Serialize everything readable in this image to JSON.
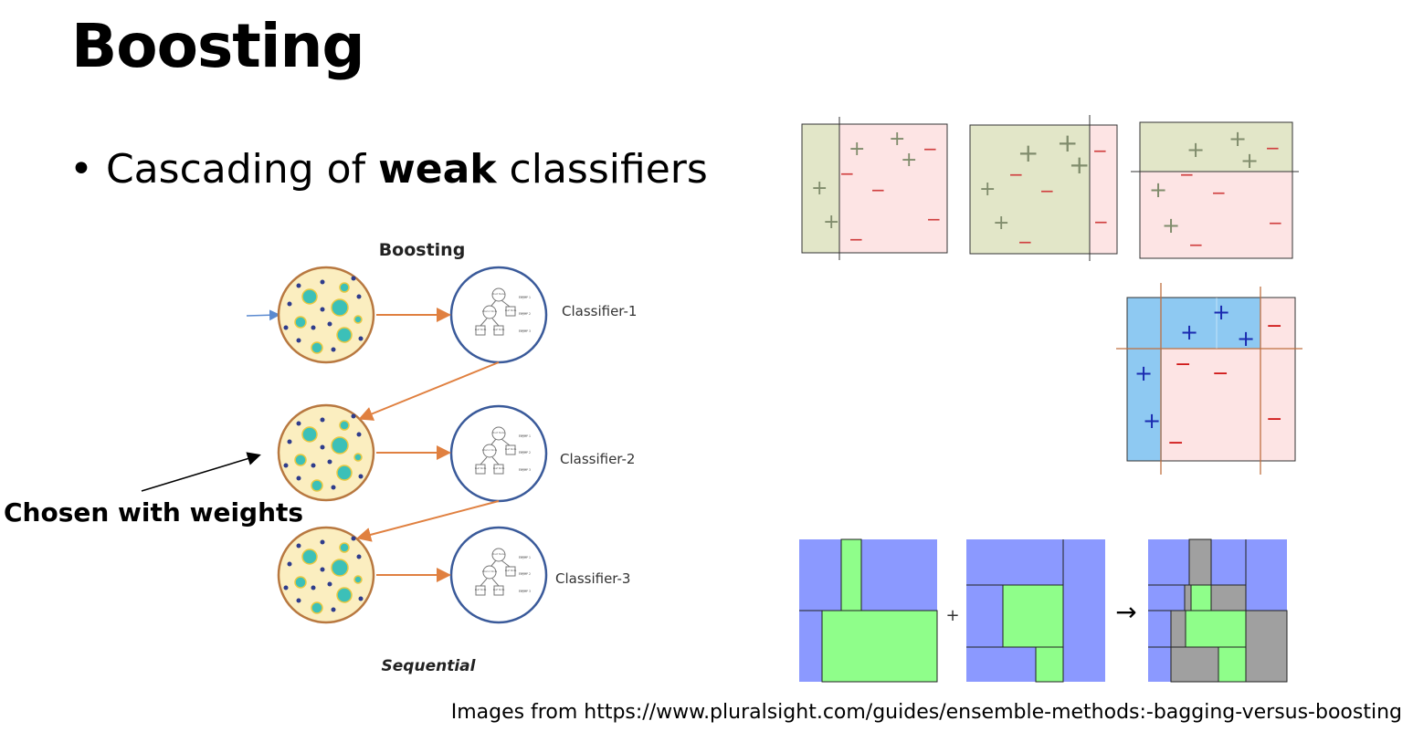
{
  "slide": {
    "title": "Boosting",
    "bullet": {
      "marker": "•",
      "before": "Cascading of",
      "bold": "weak",
      "after": "classifiers"
    },
    "source": "Images from https://www.pluralsight.com/guides/ensemble-methods:-bagging-versus-boosting"
  },
  "boosting_diagram": {
    "title": "Boosting",
    "caption": "Sequential",
    "annotation": "Chosen with weights",
    "classifiers": [
      "Classifier-1",
      "Classifier-2",
      "Classifier-3"
    ],
    "layer_labels": [
      "Layer 1",
      "Layer 2",
      "Layer 3"
    ],
    "node_labels": [
      "Root Node",
      "Interior Node",
      "Leaf Node",
      "Leaf Node",
      "Leaf Node"
    ]
  },
  "stumps": {
    "plus": "+",
    "minus": "−",
    "colors": {
      "green": "#e2e6c8",
      "pink": "#fde4e4",
      "blue": "#8ec9f2",
      "orange": "#c07040"
    }
  },
  "ensemble": {
    "plus": "+",
    "arrow": "→",
    "colors": {
      "blue": "#8b99ff",
      "green": "#8ffe8a",
      "gray": "#a0a0a0"
    }
  }
}
